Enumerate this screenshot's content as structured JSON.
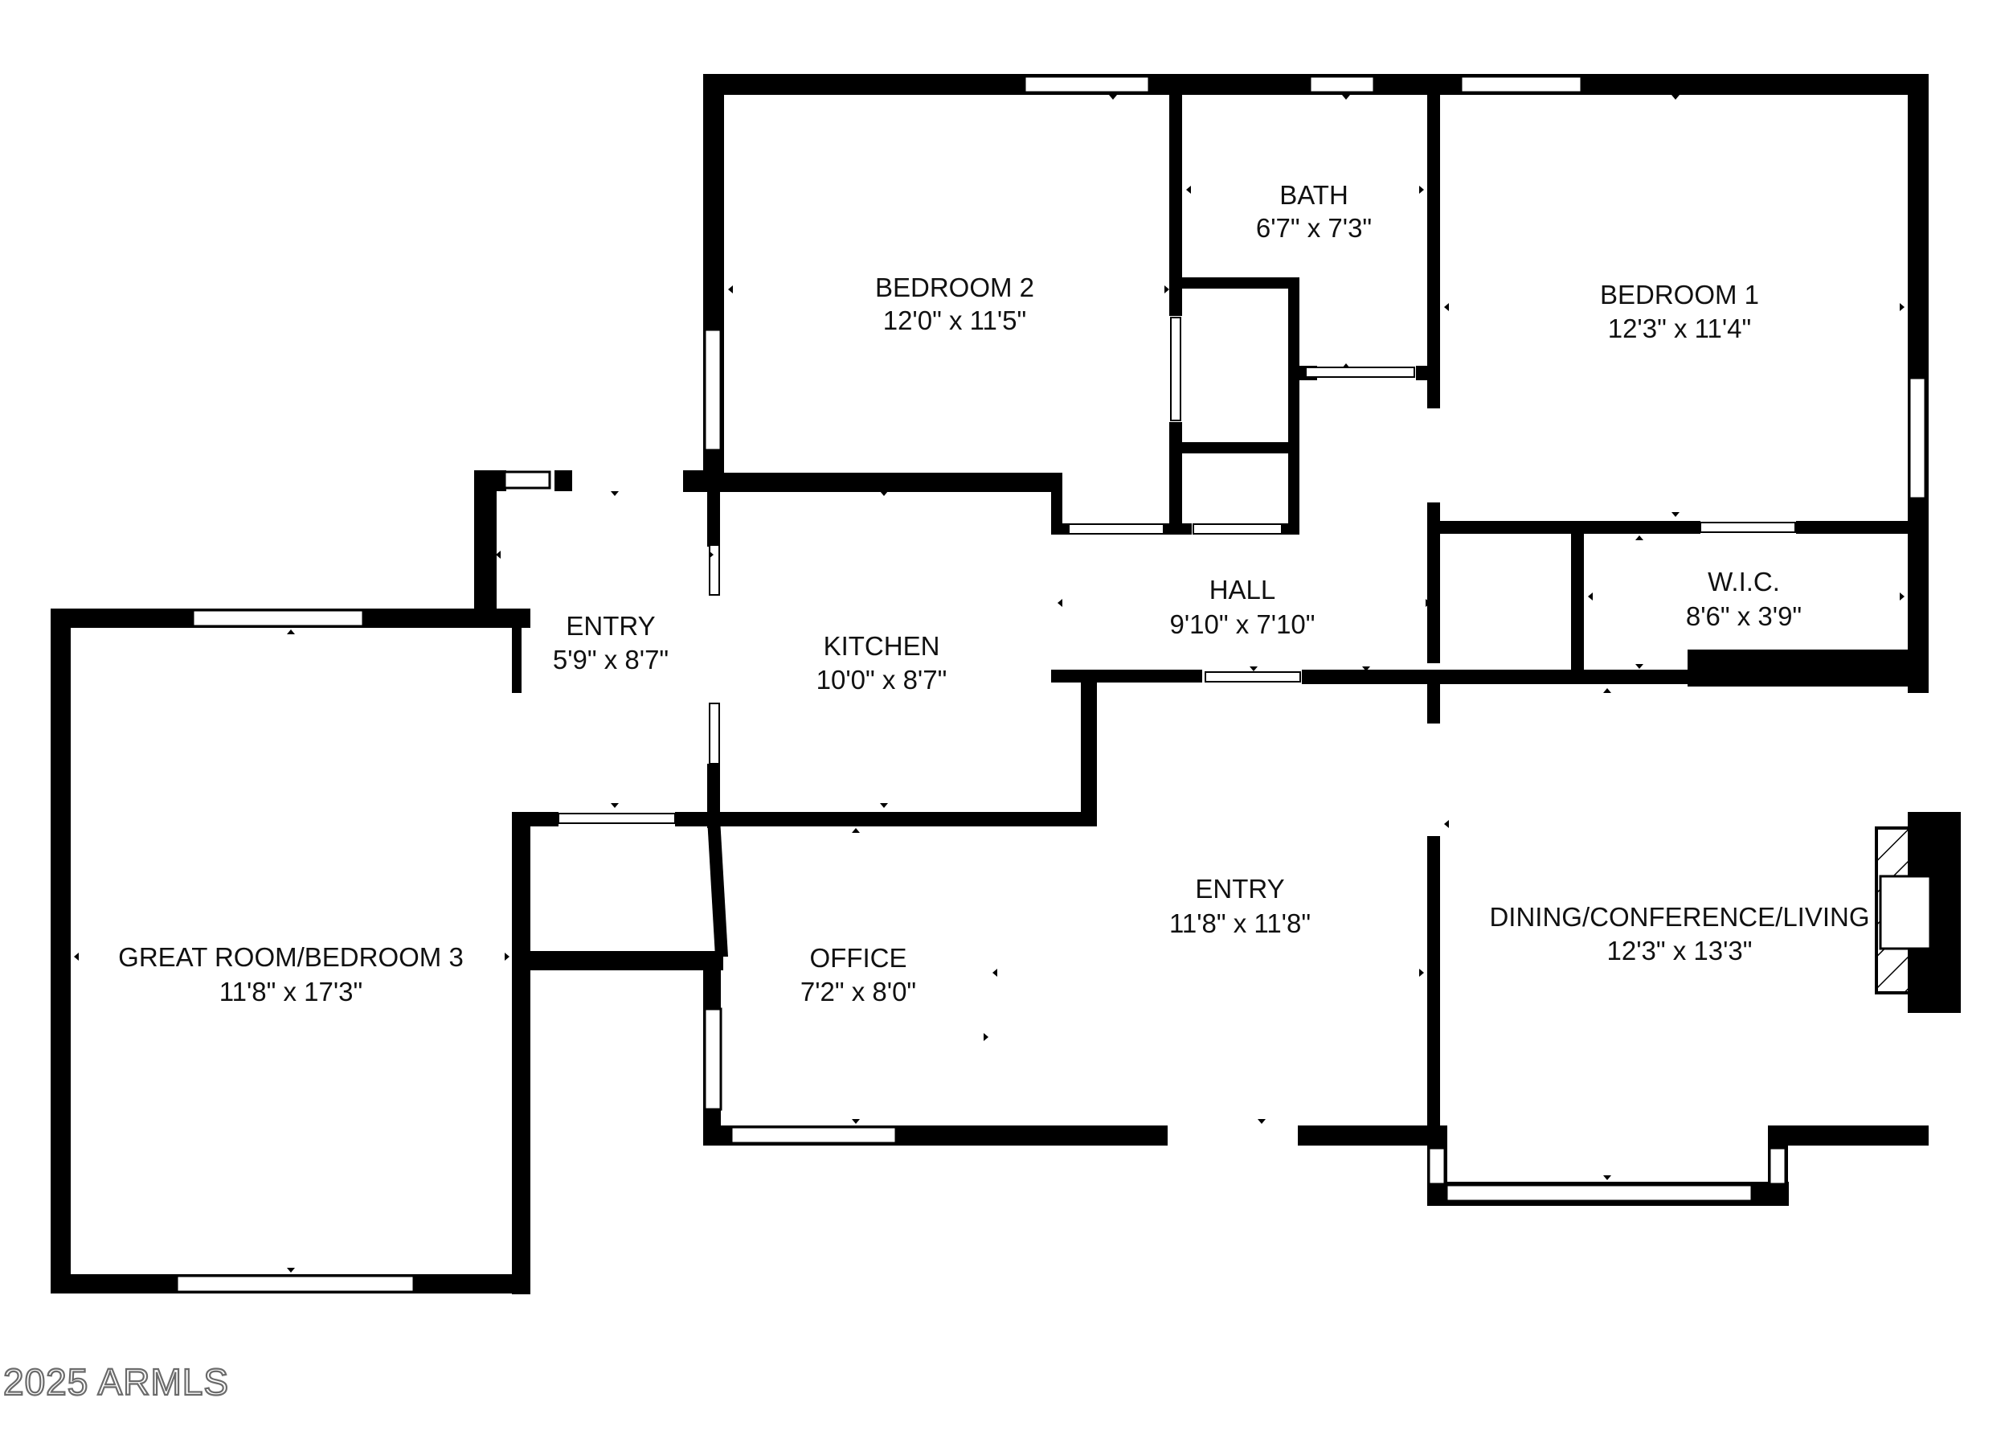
{
  "rooms": [
    {
      "id": "bedroom2",
      "name": "BEDROOM 2",
      "dims": "12'0\" x 11'5\""
    },
    {
      "id": "bath",
      "name": "BATH",
      "dims": "6'7\" x 7'3\""
    },
    {
      "id": "bedroom1",
      "name": "BEDROOM 1",
      "dims": "12'3\" x 11'4\""
    },
    {
      "id": "hall",
      "name": "HALL",
      "dims": "9'10\" x 7'10\""
    },
    {
      "id": "wic",
      "name": "W.I.C.",
      "dims": "8'6\" x 3'9\""
    },
    {
      "id": "entry_small",
      "name": "ENTRY",
      "dims": "5'9\" x 8'7\""
    },
    {
      "id": "kitchen",
      "name": "KITCHEN",
      "dims": "10'0\" x 8'7\""
    },
    {
      "id": "entry_main",
      "name": "ENTRY",
      "dims": "11'8\" x 11'8\""
    },
    {
      "id": "office",
      "name": "OFFICE",
      "dims": "7'2\" x 8'0\""
    },
    {
      "id": "dining",
      "name": "DINING/CONFERENCE/LIVING",
      "dims": "12'3\" x 13'3\""
    },
    {
      "id": "great_room",
      "name": "GREAT ROOM/BEDROOM 3",
      "dims": "11'8\" x 17'3\""
    }
  ],
  "watermark": "2025 ARMLS",
  "colors": {
    "wall": "#000000",
    "window": "#ffffff",
    "background": "#ffffff"
  }
}
